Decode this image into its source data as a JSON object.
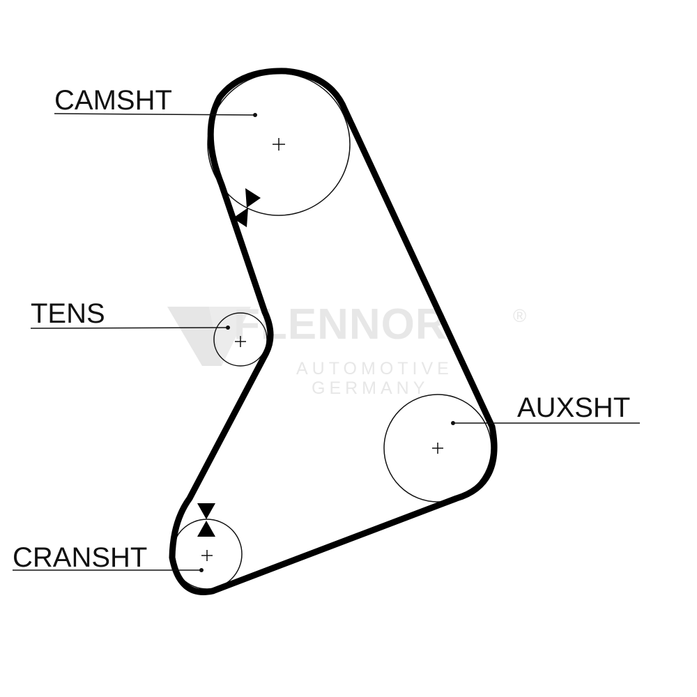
{
  "labels": {
    "camshaft": "CAMSHT",
    "tensioner": "TENS",
    "auxshaft": "AUXSHT",
    "crankshaft": "CRANSHT"
  },
  "watermark": {
    "brand": "FLENNOR",
    "registered": "®",
    "line1": "AUTOMOTIVE",
    "line2": "GERMANY"
  },
  "colors": {
    "belt": "#000000",
    "ink": "#111111",
    "watermark": "#e5e5e5",
    "background": "#ffffff"
  }
}
